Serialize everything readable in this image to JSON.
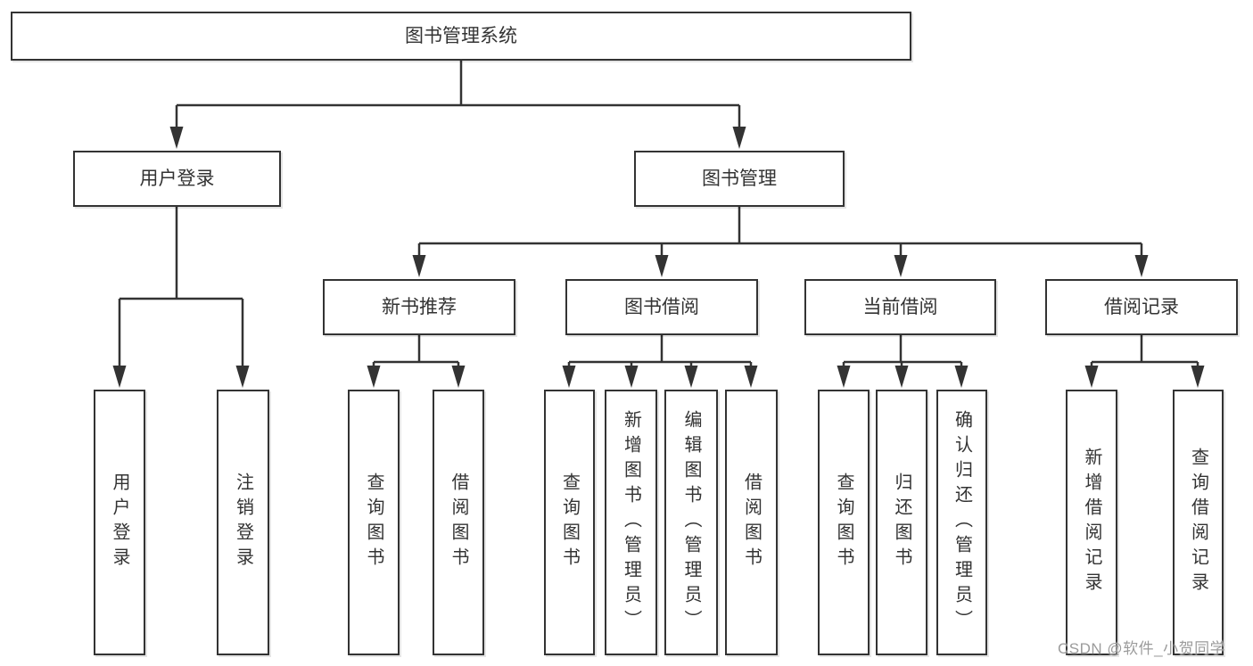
{
  "tree": {
    "label": "图书管理系统",
    "children": [
      {
        "label": "用户登录",
        "children": [
          {
            "label": "用户登录"
          },
          {
            "label": "注销登录"
          }
        ]
      },
      {
        "label": "图书管理",
        "children": [
          {
            "label": "新书推荐",
            "children": [
              {
                "label": "查询图书"
              },
              {
                "label": "借阅图书"
              }
            ]
          },
          {
            "label": "图书借阅",
            "children": [
              {
                "label": "查询图书"
              },
              {
                "label": "新增图书（管理员）"
              },
              {
                "label": "编辑图书（管理员）"
              },
              {
                "label": "借阅图书"
              }
            ]
          },
          {
            "label": "当前借阅",
            "children": [
              {
                "label": "查询图书"
              },
              {
                "label": "归还图书"
              },
              {
                "label": "确认归还（管理员）"
              }
            ]
          },
          {
            "label": "借阅记录",
            "children": [
              {
                "label": "新增借阅记录"
              },
              {
                "label": "查询借阅记录"
              }
            ]
          }
        ]
      }
    ]
  },
  "watermark": {
    "text": "CSDN @软件_小贺同学"
  },
  "colors": {
    "line": "#333333",
    "text": "#333333",
    "watermark": "#9b9b9b",
    "background": "#ffffff"
  }
}
